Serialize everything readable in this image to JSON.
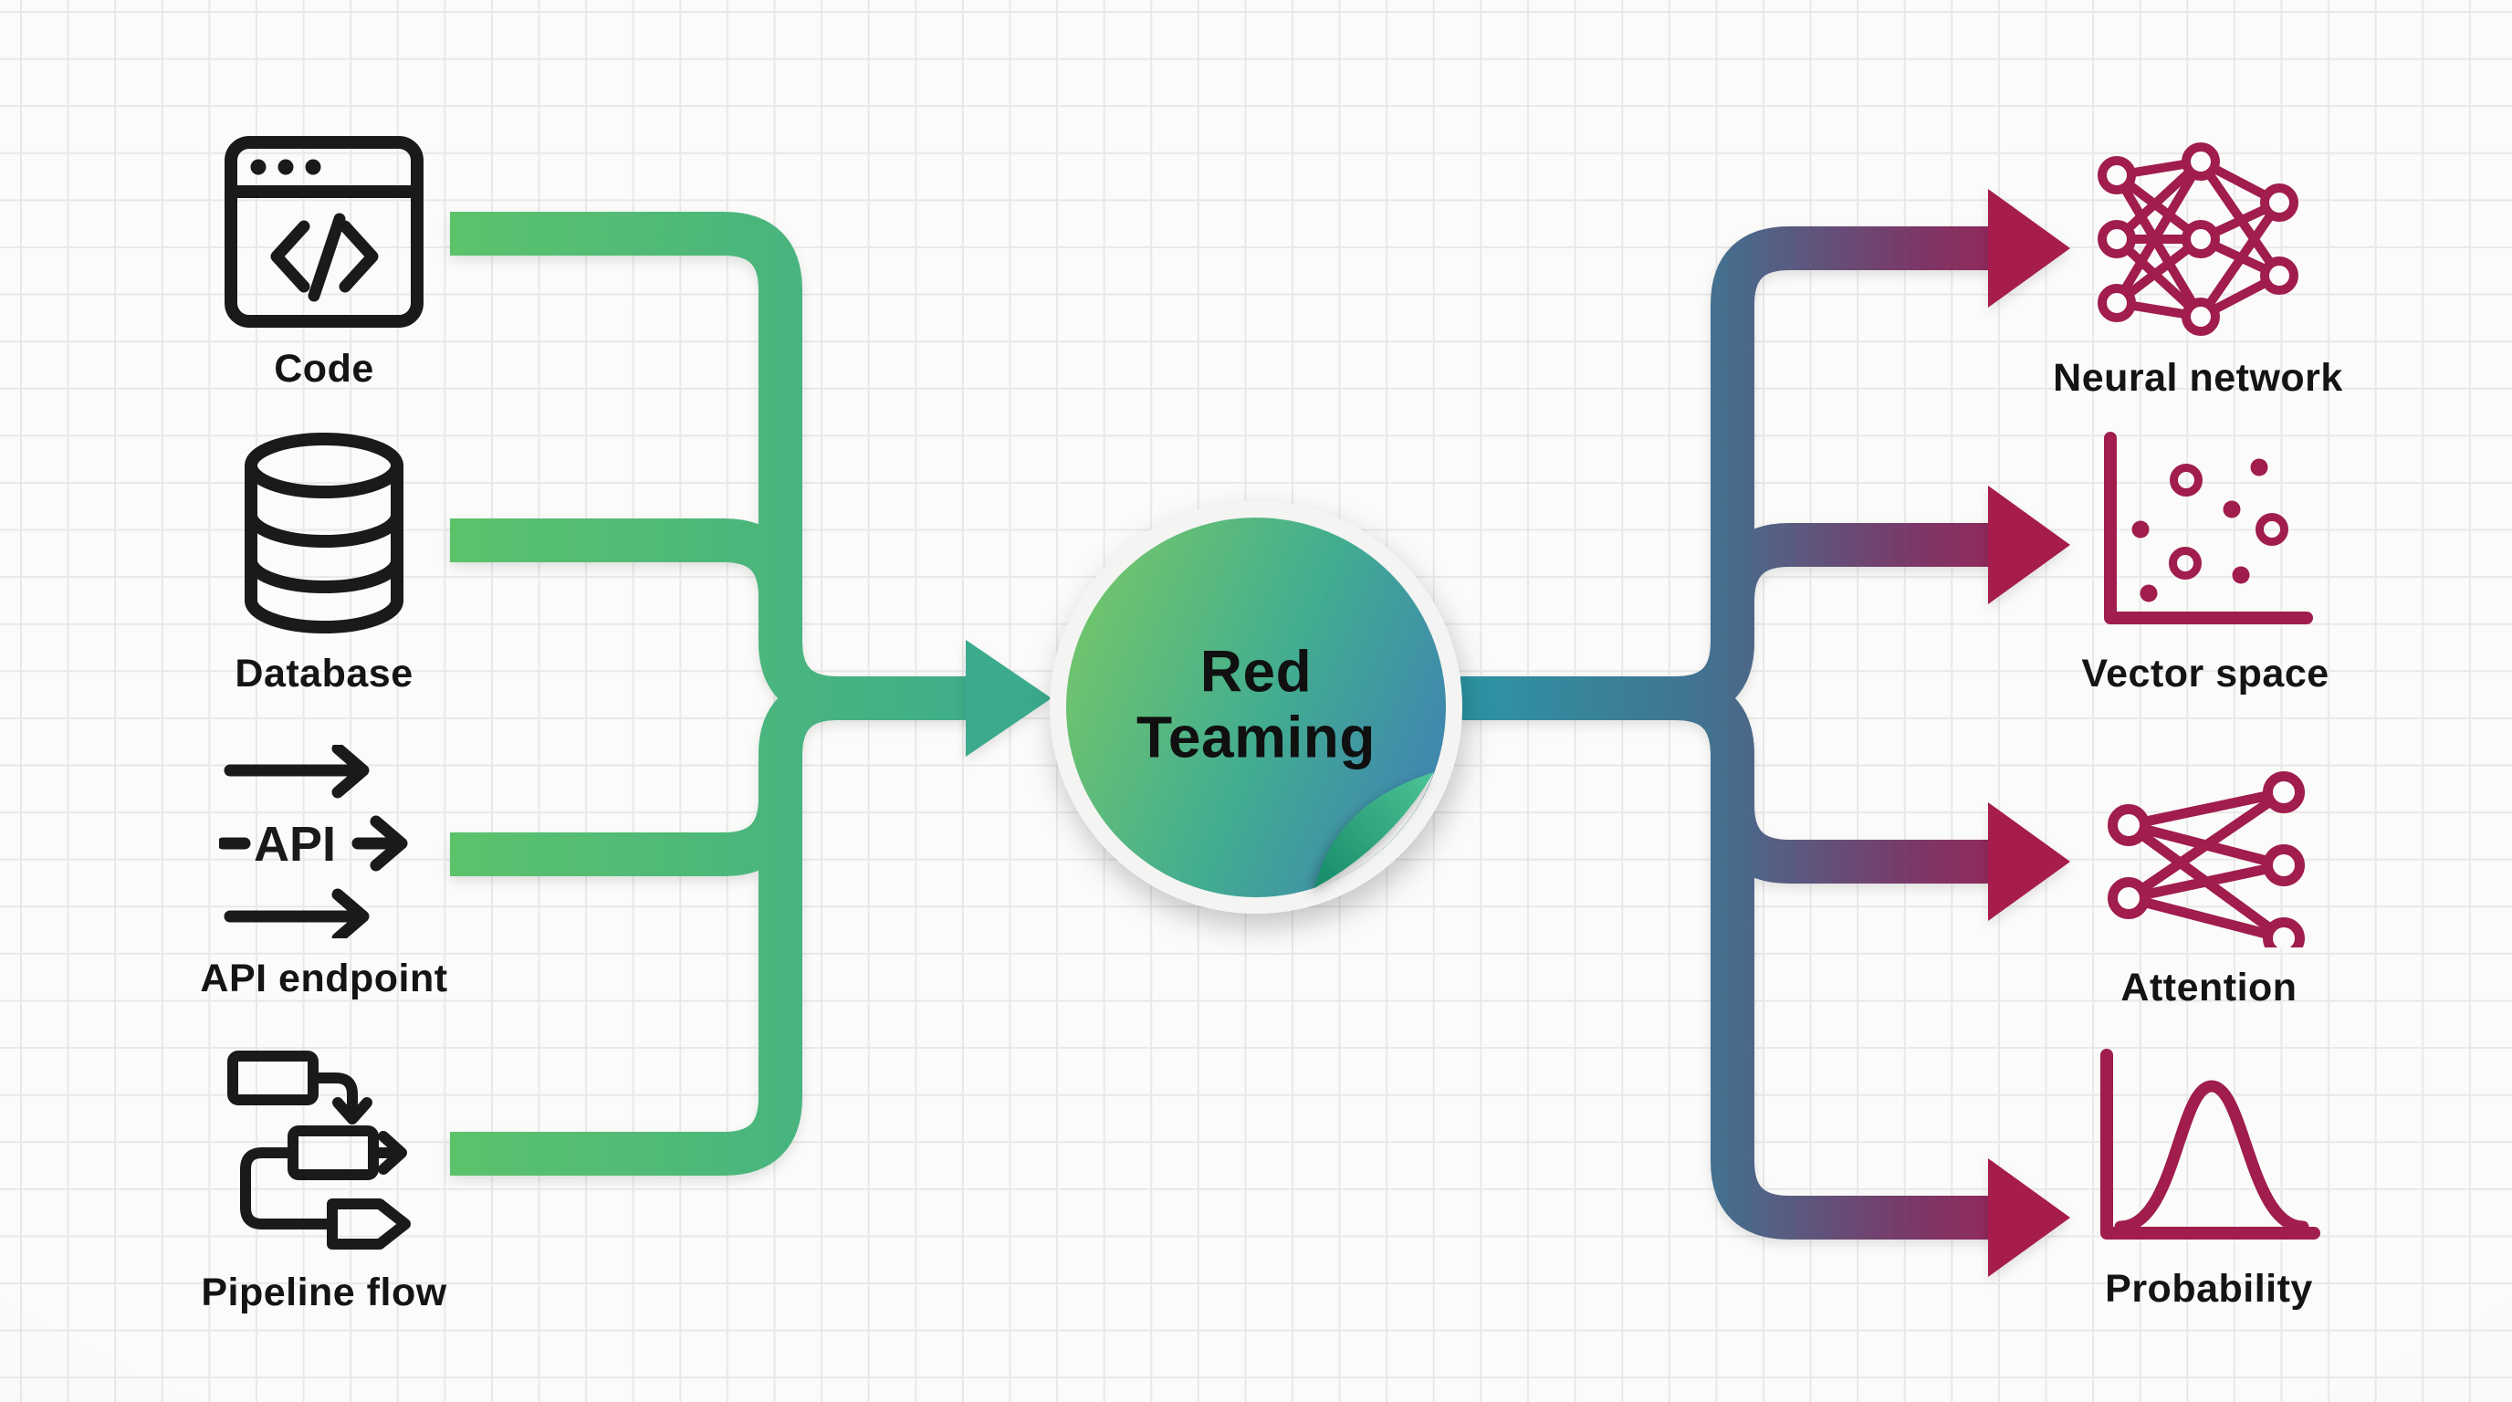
{
  "center": {
    "line1": "Red",
    "line2": "Teaming"
  },
  "inputs": [
    {
      "label": "Code",
      "icon": "code-window-icon"
    },
    {
      "label": "Database",
      "icon": "database-icon"
    },
    {
      "label": "API endpoint",
      "icon": "api-arrows-icon",
      "icon_text": "API"
    },
    {
      "label": "Pipeline flow",
      "icon": "pipeline-flow-icon"
    }
  ],
  "outputs": [
    {
      "label": "Neural network",
      "icon": "neural-network-icon"
    },
    {
      "label": "Vector space",
      "icon": "vector-space-icon"
    },
    {
      "label": "Attention",
      "icon": "attention-icon"
    },
    {
      "label": "Probability",
      "icon": "probability-icon"
    }
  ],
  "colors": {
    "background": "#fbfbfa",
    "grid_line": "#e8e8e8",
    "icon_black": "#1a1a1a",
    "icon_crimson": "#a01d4d",
    "label_text": "#141414",
    "input_line_start": "#5cc26b",
    "input_line_end": "#3baa8d",
    "output_line_start": "#2c96a5",
    "output_line_mid": "#44708f",
    "output_line_end": "#a61c4d",
    "circle_gradient_start": "#70c56c",
    "circle_gradient_mid": "#43ad90",
    "circle_gradient_end": "#3e81b4",
    "sticker_ring": "#f4f4f2",
    "curl_start": "#4cc495",
    "curl_end": "#178a69"
  }
}
